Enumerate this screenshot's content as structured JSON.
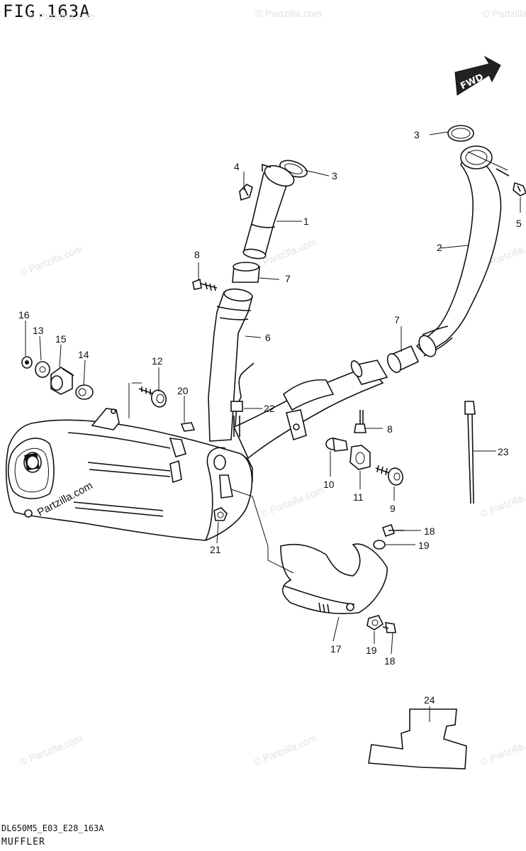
{
  "figure": {
    "title": "FIG.163A",
    "code": "DL650M5_E03_E28_163A",
    "name": "MUFFLER"
  },
  "direction_marker": "FWD",
  "watermarks": {
    "text": "© Partzilla.com",
    "body_text": "Partzilla.com"
  },
  "callouts": [
    {
      "id": "c1",
      "number": "1"
    },
    {
      "id": "c2",
      "number": "2"
    },
    {
      "id": "c3a",
      "number": "3"
    },
    {
      "id": "c3b",
      "number": "3"
    },
    {
      "id": "c4",
      "number": "4"
    },
    {
      "id": "c5",
      "number": "5"
    },
    {
      "id": "c6",
      "number": "6"
    },
    {
      "id": "c7a",
      "number": "7"
    },
    {
      "id": "c7b",
      "number": "7"
    },
    {
      "id": "c8a",
      "number": "8"
    },
    {
      "id": "c8b",
      "number": "8"
    },
    {
      "id": "c9",
      "number": "9"
    },
    {
      "id": "c10",
      "number": "10"
    },
    {
      "id": "c11",
      "number": "11"
    },
    {
      "id": "c12",
      "number": "12"
    },
    {
      "id": "c13",
      "number": "13"
    },
    {
      "id": "c14",
      "number": "14"
    },
    {
      "id": "c15",
      "number": "15"
    },
    {
      "id": "c16",
      "number": "16"
    },
    {
      "id": "c17",
      "number": "17"
    },
    {
      "id": "c18a",
      "number": "18"
    },
    {
      "id": "c18b",
      "number": "18"
    },
    {
      "id": "c19a",
      "number": "19"
    },
    {
      "id": "c19b",
      "number": "19"
    },
    {
      "id": "c20",
      "number": "20"
    },
    {
      "id": "c21",
      "number": "21"
    },
    {
      "id": "c22",
      "number": "22"
    },
    {
      "id": "c23",
      "number": "23"
    },
    {
      "id": "c24",
      "number": "24"
    }
  ]
}
